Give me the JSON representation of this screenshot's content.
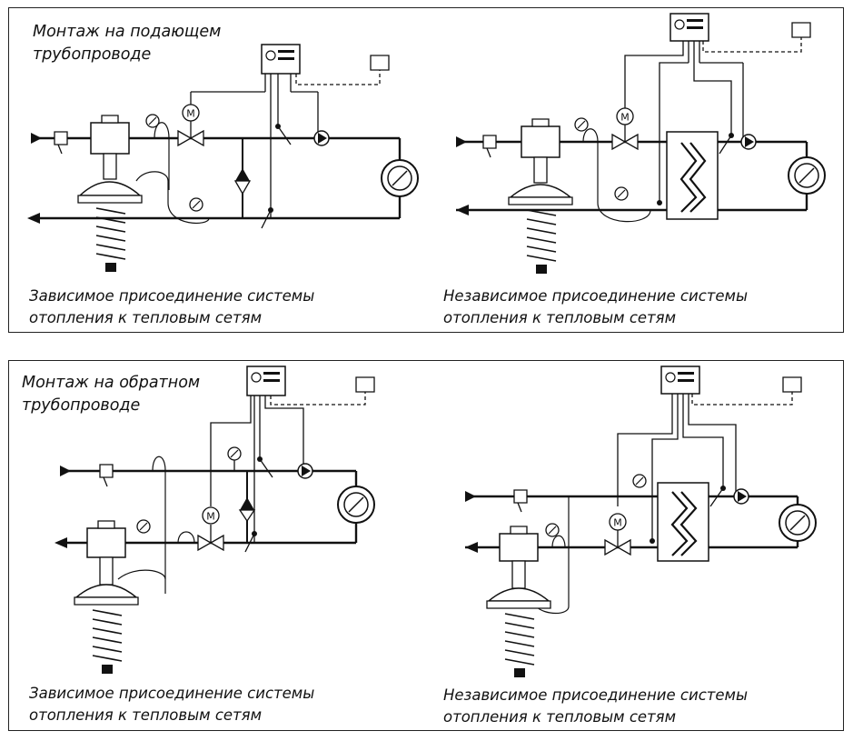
{
  "panels": [
    {
      "heading": [
        "Монтаж на подающем",
        "трубопроводе"
      ],
      "captions": [
        [
          "Зависимое присоединение системы",
          "отопления к тепловым сетям"
        ],
        [
          "Независимое присоединение системы",
          "отопления к тепловым сетям"
        ]
      ]
    },
    {
      "heading": [
        "Монтаж на обратном",
        "трубопроводе"
      ],
      "captions": [
        [
          "Зависимое присоединение системы",
          "отопления к тепловым сетям"
        ],
        [
          "Независимое присоединение системы",
          "отопления к тепловым сетям"
        ]
      ]
    }
  ],
  "symbols": {
    "motor_label": "M"
  },
  "colors": {
    "line": "#111111",
    "background": "#ffffff"
  },
  "icons": [
    "controller-icon",
    "sensor-icon",
    "pump-icon",
    "motor-valve-icon",
    "heat-exchanger-icon",
    "radiator-icon",
    "check-valve-icon",
    "strainer-icon",
    "pressure-gauge-icon",
    "regulator-valve-icon"
  ]
}
